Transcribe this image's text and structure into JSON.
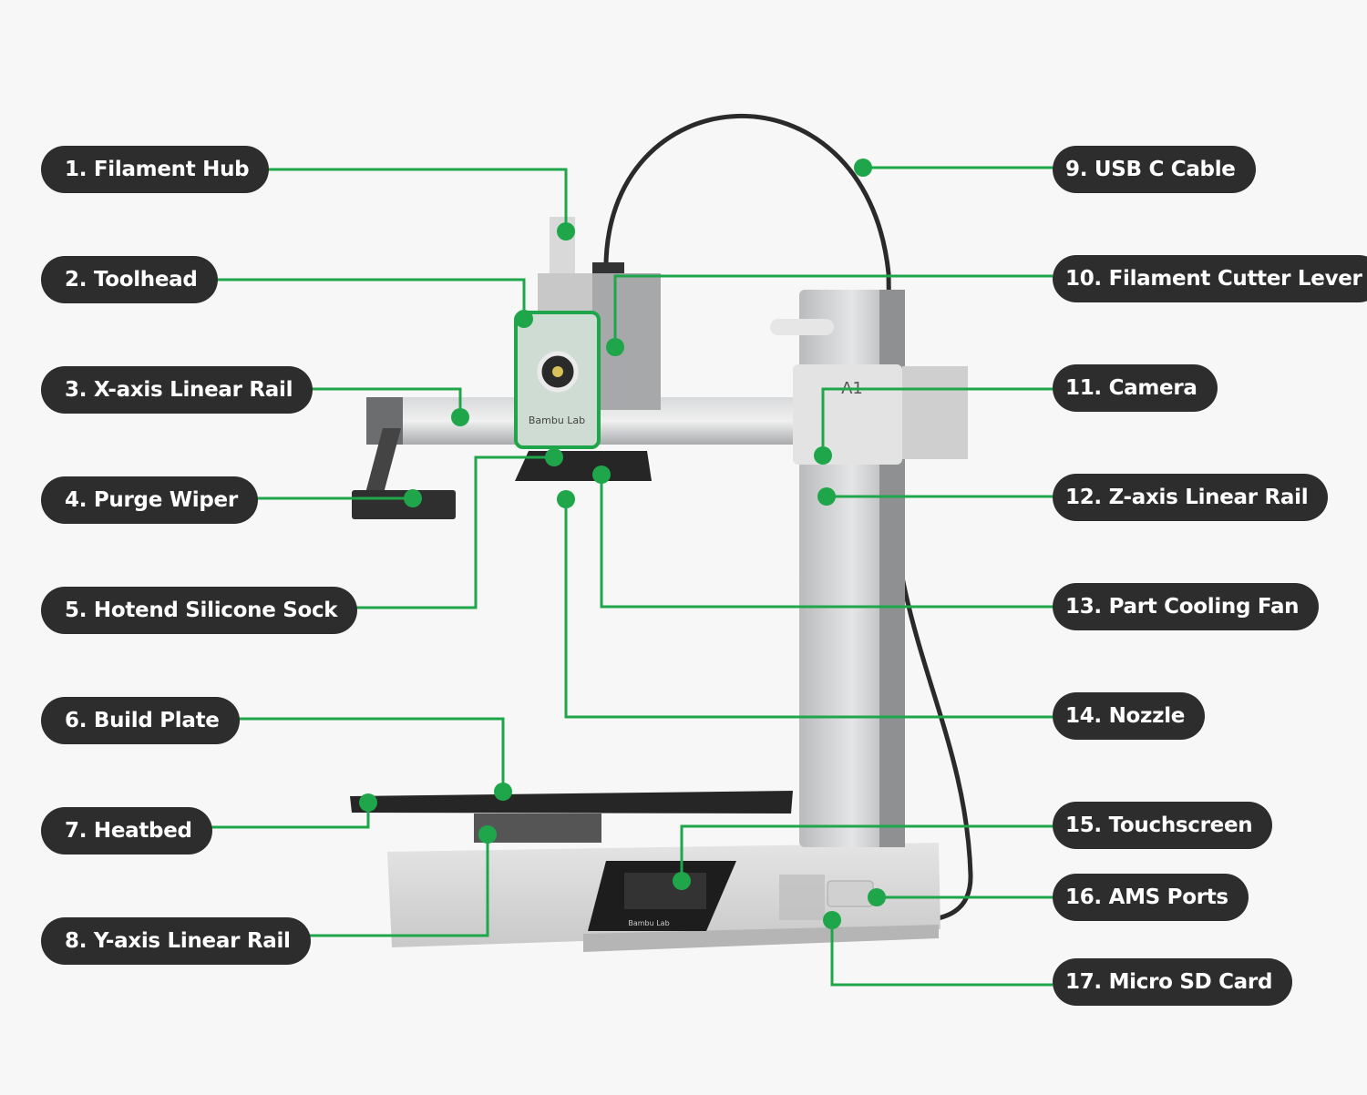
{
  "accent_color": "#1fa64a",
  "pill_color": "#2d2d2d",
  "brand_text": "Bambu Lab",
  "model_text": "A1",
  "labels": [
    {
      "num": "1.",
      "text": "Filament Hub"
    },
    {
      "num": "2.",
      "text": "Toolhead"
    },
    {
      "num": "3.",
      "text": "X-axis Linear Rail"
    },
    {
      "num": "4.",
      "text": "Purge Wiper"
    },
    {
      "num": "5.",
      "text": "Hotend Silicone Sock"
    },
    {
      "num": "6.",
      "text": "Build Plate"
    },
    {
      "num": "7.",
      "text": "Heatbed"
    },
    {
      "num": "8.",
      "text": "Y-axis Linear Rail"
    },
    {
      "num": "9.",
      "text": "USB C Cable"
    },
    {
      "num": "10.",
      "text": "Filament Cutter Lever"
    },
    {
      "num": "11.",
      "text": "Camera"
    },
    {
      "num": "12.",
      "text": "Z-axis Linear Rail"
    },
    {
      "num": "13.",
      "text": "Part Cooling Fan"
    },
    {
      "num": "14.",
      "text": "Nozzle"
    },
    {
      "num": "15.",
      "text": "Touchscreen"
    },
    {
      "num": "16.",
      "text": "AMS Ports"
    },
    {
      "num": "17.",
      "text": "Micro SD Card"
    }
  ]
}
